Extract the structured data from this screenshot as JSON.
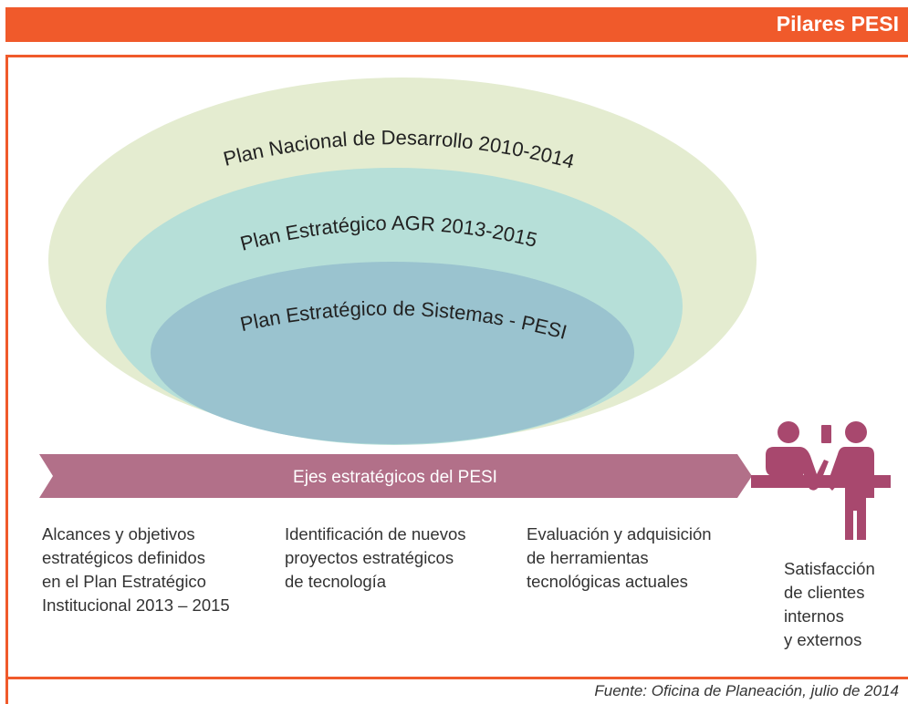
{
  "header": {
    "title": "Pilares PESI"
  },
  "diagram": {
    "ellipses": [
      {
        "label": "Plan Nacional de Desarrollo 2010-2014",
        "color": "#e4ecd0"
      },
      {
        "label": "Plan Estratégico AGR 2013-2015",
        "color": "#b6dfd8"
      },
      {
        "label": "Plan Estratégico  de Sistemas - PESI",
        "color": "#9ac3cf"
      }
    ],
    "arrow": {
      "label": "Ejes estratégicos del PESI",
      "color": "#b27089"
    },
    "icon_color": "#a8486e"
  },
  "columns": [
    {
      "text": "Alcances y objetivos\nestratégicos definidos\nen el Plan Estratégico\nInstitucional 2013 – 2015"
    },
    {
      "text": "Identificación de nuevos\nproyectos estratégicos\nde tecnología"
    },
    {
      "text": "Evaluación y adquisición\nde herramientas\ntecnológicas actuales"
    },
    {
      "text": "Satisfacción\nde clientes\ninternos\ny externos"
    }
  ],
  "source": "Fuente: Oficina de Planeación, julio de 2014",
  "colors": {
    "accent": "#f05a2b"
  }
}
